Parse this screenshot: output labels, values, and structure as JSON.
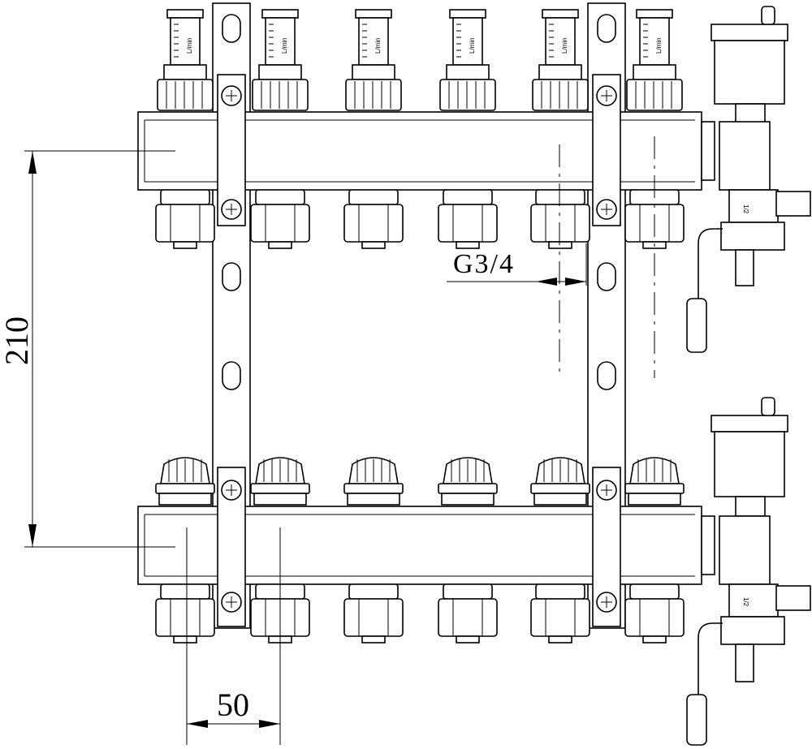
{
  "drawing": {
    "dimensions": {
      "height_label": "210",
      "spacing_label": "50",
      "thread_label": "G3/4"
    },
    "flowmeter_unit": "L/min",
    "valve_label": "1/2",
    "outlets_per_bar": 6
  }
}
